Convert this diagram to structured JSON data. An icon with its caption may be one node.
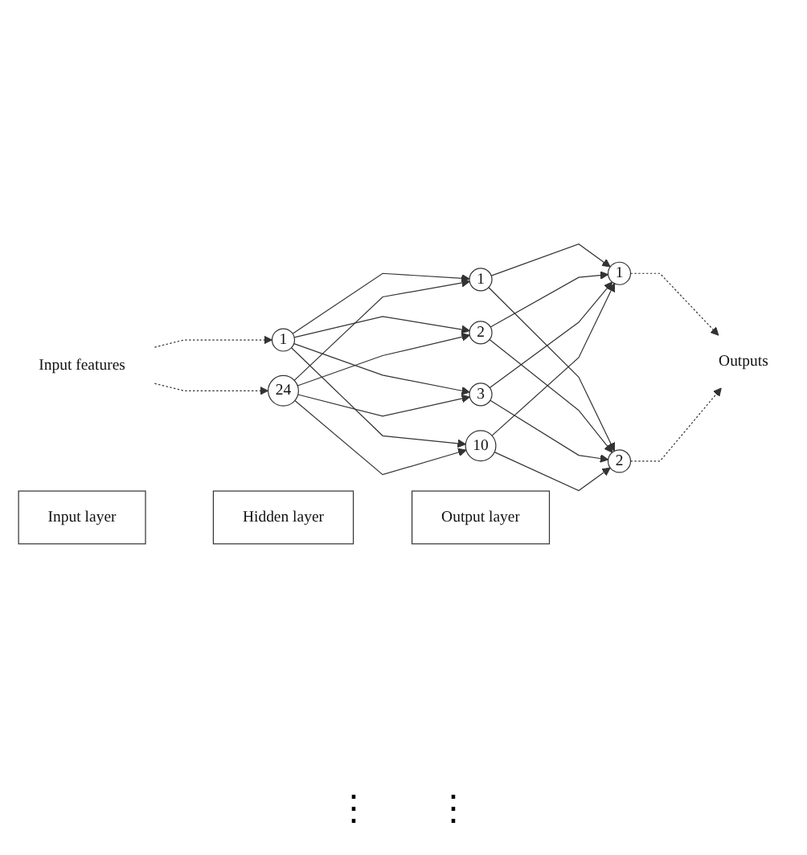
{
  "diagram": {
    "nodes": [
      {
        "text": [
          "Input features"
        ]
      },
      {
        "text": [
          "1"
        ]
      },
      {
        "text": [
          "24"
        ]
      },
      {
        "text": [
          "1"
        ]
      },
      {
        "text": [
          "2"
        ]
      },
      {
        "text": [
          "3"
        ]
      },
      {
        "text": [
          "10"
        ]
      },
      {
        "text": [
          "1"
        ]
      },
      {
        "text": [
          "2"
        ]
      },
      {
        "text": [
          "Outputs"
        ]
      },
      {
        "text": [
          "Input layer"
        ]
      },
      {
        "text": [
          "Hidden layer"
        ]
      },
      {
        "text": [
          "Output layer"
        ]
      }
    ],
    "edges": [
      {
        "from": 0,
        "to": 1,
        "arrow": "to",
        "style": "dashed"
      },
      {
        "from": 0,
        "to": 2,
        "arrow": "to",
        "style": "dashed"
      },
      {
        "from": 1,
        "to": 3,
        "arrow": "to"
      },
      {
        "from": 1,
        "to": 4,
        "arrow": "to"
      },
      {
        "from": 1,
        "to": 5,
        "arrow": "to"
      },
      {
        "from": 1,
        "to": 6,
        "arrow": "to"
      },
      {
        "from": 2,
        "to": 3,
        "arrow": "to"
      },
      {
        "from": 2,
        "to": 4,
        "arrow": "to"
      },
      {
        "from": 2,
        "to": 5,
        "arrow": "to"
      },
      {
        "from": 2,
        "to": 6,
        "arrow": "to"
      },
      {
        "from": 3,
        "to": 7,
        "arrow": "to"
      },
      {
        "from": 3,
        "to": 8,
        "arrow": "to"
      },
      {
        "from": 4,
        "to": 7,
        "arrow": "to"
      },
      {
        "from": 4,
        "to": 8,
        "arrow": "to"
      },
      {
        "from": 5,
        "to": 7,
        "arrow": "to"
      },
      {
        "from": 5,
        "to": 8,
        "arrow": "to"
      },
      {
        "from": 6,
        "to": 7,
        "arrow": "to"
      },
      {
        "from": 6,
        "to": 8,
        "arrow": "to"
      },
      {
        "from": 7,
        "to": 9,
        "arrow": "to",
        "style": "dashed"
      },
      {
        "from": 8,
        "to": 9,
        "arrow": "to",
        "style": "dashed"
      }
    ],
    "labels": [
      "⋮",
      "⋮"
    ]
  }
}
